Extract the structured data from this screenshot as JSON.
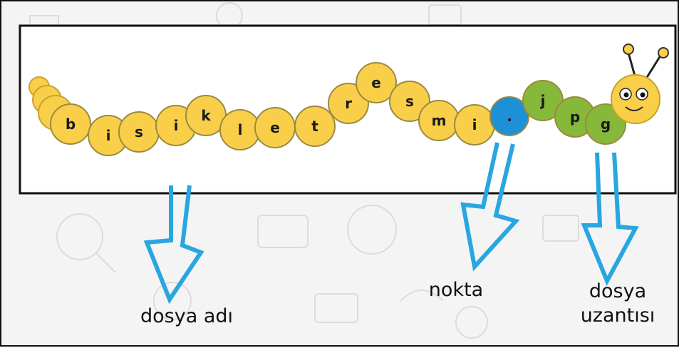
{
  "diagram": {
    "beads": [
      {
        "letter": "b",
        "part": "name"
      },
      {
        "letter": "i",
        "part": "name"
      },
      {
        "letter": "s",
        "part": "name"
      },
      {
        "letter": "i",
        "part": "name"
      },
      {
        "letter": "k",
        "part": "name"
      },
      {
        "letter": "l",
        "part": "name"
      },
      {
        "letter": "e",
        "part": "name"
      },
      {
        "letter": "t",
        "part": "name"
      },
      {
        "letter": "r",
        "part": "name"
      },
      {
        "letter": "e",
        "part": "name"
      },
      {
        "letter": "s",
        "part": "name"
      },
      {
        "letter": "m",
        "part": "name"
      },
      {
        "letter": "i",
        "part": "name"
      },
      {
        "letter": ".",
        "part": "dot"
      },
      {
        "letter": "j",
        "part": "ext"
      },
      {
        "letter": "p",
        "part": "ext"
      },
      {
        "letter": "g",
        "part": "ext"
      }
    ],
    "labels": {
      "file_name": "dosya adı",
      "dot": "nokta",
      "extension_line1": "dosya",
      "extension_line2": "uzantısı"
    },
    "colors": {
      "name_bead": "#f9cf4a",
      "dot_bead": "#1e90d6",
      "ext_bead": "#86b83a",
      "arrow": "#29a6e0",
      "head": "#f9cf4a"
    }
  }
}
